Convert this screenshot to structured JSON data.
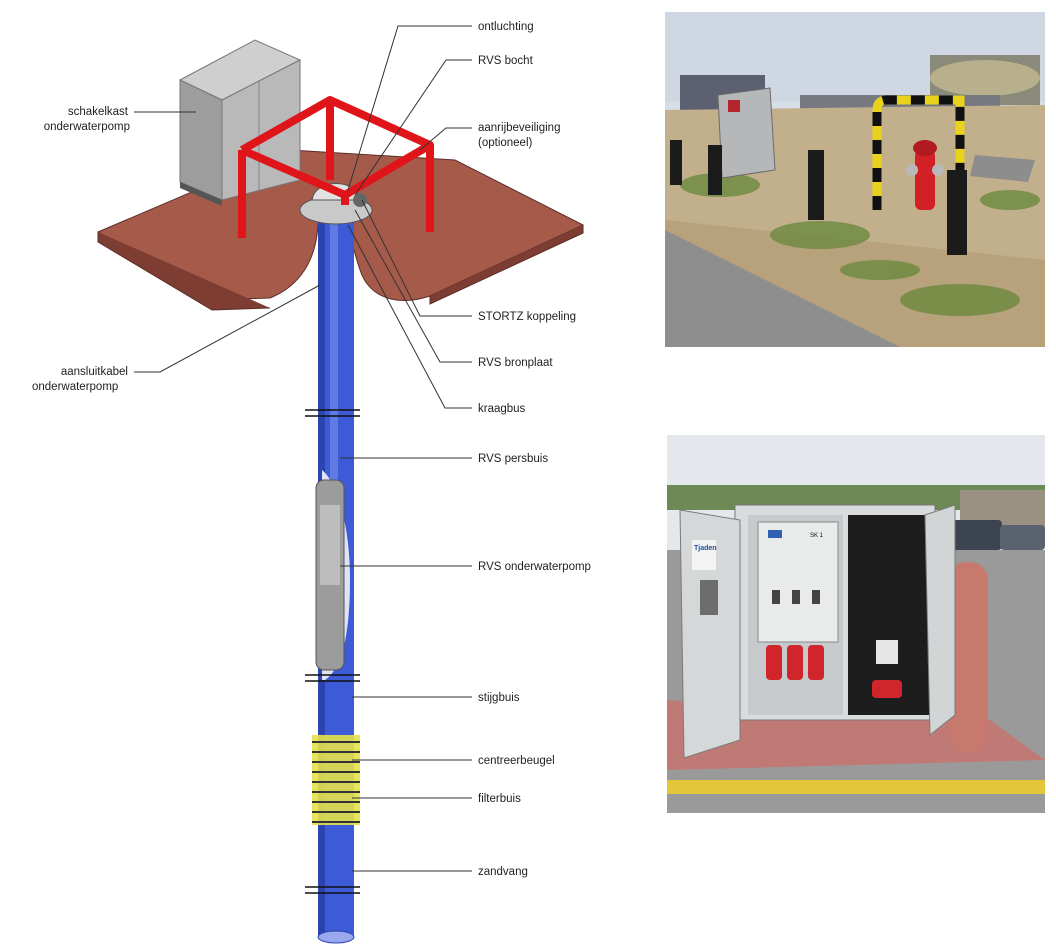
{
  "labels": {
    "ontluchting": "ontluchting",
    "rvs_bocht": "RVS bocht",
    "schakelkast_1": "schakelkast",
    "schakelkast_2": "onderwaterpomp",
    "aanrijbeveiliging_1": "aanrijbeveiliging",
    "aanrijbeveiliging_2": "(optioneel)",
    "stortz": "STORTZ koppeling",
    "aansluitkabel_1": "aansluitkabel",
    "aansluitkabel_2": "onderwaterpomp",
    "bronplaat": "RVS bronplaat",
    "kraagbus": "kraagbus",
    "persbuis": "RVS persbuis",
    "onderwaterpomp": "RVS onderwaterpomp",
    "stijgbuis": "stijgbuis",
    "centreerbeugel": "centreerbeugel",
    "filterbuis": "filterbuis",
    "zandvang": "zandvang"
  },
  "photos": {
    "top": {
      "cabinet_sign": ""
    },
    "bottom": {
      "brand": "Tjaden",
      "panel_code": "SK 1"
    }
  },
  "colors": {
    "pipe_blue": "#3d5bd6",
    "guard_red": "#e0151a",
    "pavement": "#a65a4a",
    "cabinet_grey": "#b9b9b9",
    "filter_yellow": "#e6e24a"
  }
}
